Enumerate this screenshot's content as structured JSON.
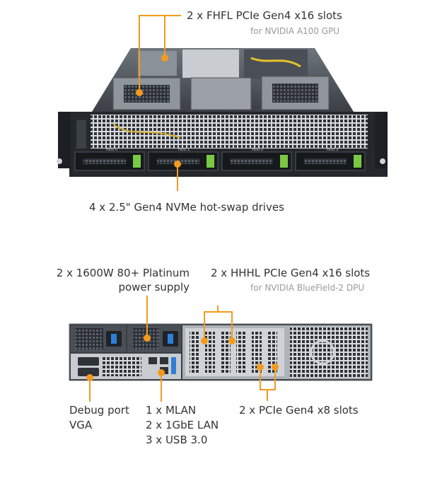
{
  "front": {
    "gpu_slots": {
      "title": "2 x FHFL PCIe Gen4 x16 slots",
      "note": "for NVIDIA A100 GPU"
    },
    "drives": {
      "title": "4 x 2.5\" Gen4 NVMe hot-swap drives"
    },
    "bay_labels": [
      "HDD 0",
      "HDD 1",
      "HDD 2",
      "HDD 3"
    ]
  },
  "rear": {
    "psu": {
      "line1": "2 x 1600W 80+ Platinum",
      "line2": "power supply"
    },
    "dpu_slots": {
      "title": "2 x HHHL PCIe Gen4 x16 slots",
      "note": "for NVIDIA BlueField-2 DPU"
    },
    "debug": {
      "line1": "Debug port",
      "line2": "VGA"
    },
    "io": {
      "line1": "1 x MLAN",
      "line2": "2 x 1GbE LAN",
      "line3": "3 x USB 3.0"
    },
    "x8_slots": {
      "title": "2 x PCIe Gen4 x8 slots"
    }
  },
  "colors": {
    "callout": "#f39a1e",
    "chassis": "#2b2f35",
    "metal": "#9ea4aa",
    "green_latch": "#7ac943"
  }
}
